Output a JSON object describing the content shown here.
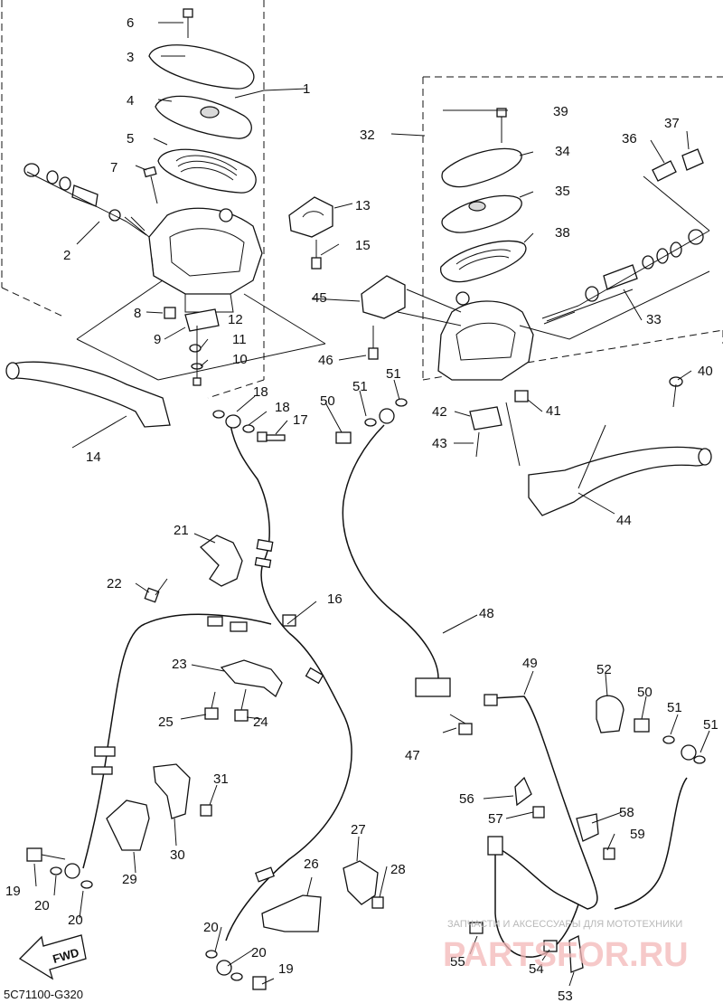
{
  "diagram_code": "5C71100-G320",
  "direction_marker": "FWD",
  "watermark_text": "ЗАПЧАСТИ И АКСЕССУАРЫ ДЛЯ МОТОТЕХНИКИ",
  "watermark_logo": "PARTSFOR.RU",
  "part_labels": [
    "1",
    "2",
    "3",
    "4",
    "5",
    "6",
    "7",
    "8",
    "9",
    "10",
    "11",
    "12",
    "13",
    "14",
    "15",
    "16",
    "17",
    "18",
    "18",
    "19",
    "19",
    "20",
    "20",
    "20",
    "20",
    "21",
    "22",
    "23",
    "24",
    "25",
    "26",
    "27",
    "28",
    "29",
    "30",
    "31",
    "32",
    "33",
    "34",
    "35",
    "36",
    "37",
    "38",
    "39",
    "40",
    "41",
    "42",
    "43",
    "44",
    "45",
    "46",
    "47",
    "48",
    "49",
    "50",
    "50",
    "51",
    "51",
    "51",
    "51",
    "52",
    "53",
    "54",
    "55",
    "56",
    "57",
    "58",
    "59"
  ]
}
